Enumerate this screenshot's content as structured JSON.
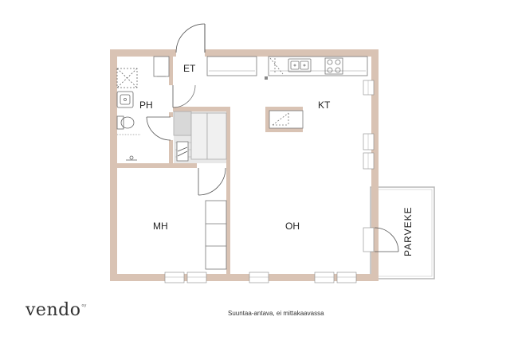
{
  "rooms": {
    "et": "ET",
    "ph": "PH",
    "kt": "KT",
    "mh": "MH",
    "oh": "OH",
    "parveke": "PARVEKE"
  },
  "footer": {
    "brand": "vendo",
    "brand_mark": "oy",
    "note": "Suuntaa-antava, ei mittakaavassa"
  },
  "colors": {
    "wall": "#d9c3b4",
    "wall_edge": "#b89c8b",
    "line": "#555555"
  }
}
